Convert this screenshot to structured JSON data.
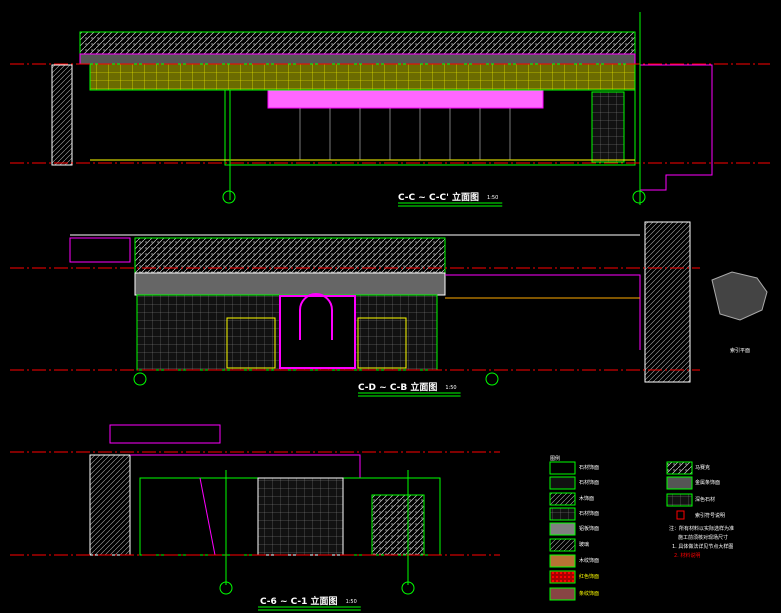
{
  "drawings": [
    {
      "title": "C-C ~ C-C' 立面图",
      "scale": "1:50"
    },
    {
      "title": "C-D ~ C-B 立面图",
      "scale": "1:50"
    },
    {
      "title": "C-6 ~ C-1 立面图",
      "scale": "1:50"
    }
  ],
  "keyplan_label": "索引平面",
  "legend": {
    "heading": "图例",
    "items": [
      "石材饰面",
      "石材饰面",
      "木饰面",
      "石材饰面",
      "铝板饰面",
      "玻璃",
      "木纹饰面",
      "红色饰面",
      "条纹饰面",
      "马赛克",
      "金属条饰面",
      "深色石材"
    ],
    "note_symbol": "索引符号说明",
    "notes": [
      "注：所有材料以实际选样为准",
      "施工前须核对现场尺寸",
      "1. 具体做法详见节点大样图",
      "2. 材料说明"
    ]
  },
  "colors": {
    "green": "#00ff00",
    "magenta": "#ff00ff",
    "red": "#ff0000",
    "yellow": "#ffff00",
    "cyan": "#00ffff",
    "white": "#ffffff",
    "grey": "#808080"
  }
}
